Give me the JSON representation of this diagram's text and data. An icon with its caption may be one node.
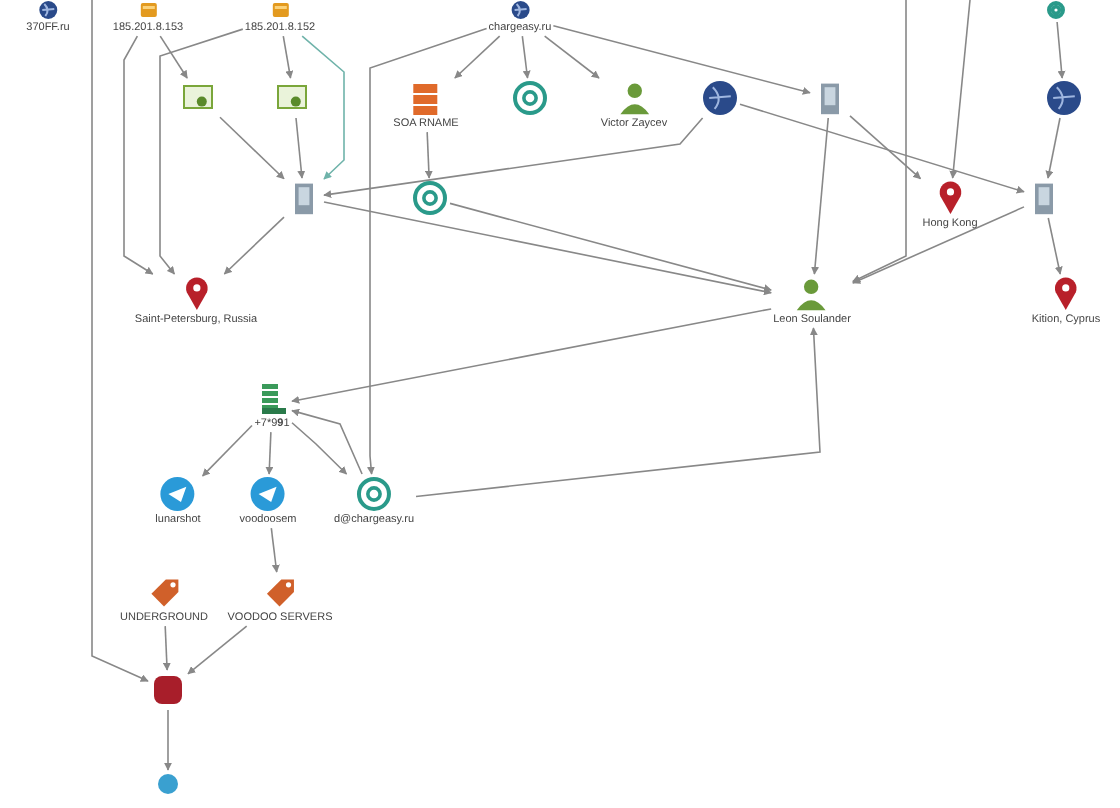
{
  "diagram": {
    "nodes": [
      {
        "text": [
          "370FF.ru"
        ]
      },
      {
        "text": [
          "185.201.8.153"
        ]
      },
      {
        "text": [
          "185.201.8.152"
        ]
      },
      {
        "text": [
          "chargeasy.ru"
        ]
      },
      {
        "text": [],
        "shape": "picture"
      },
      {
        "text": [],
        "shape": "picture"
      },
      {
        "text": [],
        "shape": "picture"
      },
      {
        "text": [
          "SOA RNAME"
        ]
      },
      {
        "text": [],
        "shape": "picture"
      },
      {
        "text": [
          "Victor Zaycev"
        ]
      },
      {
        "text": [],
        "shape": "picture"
      },
      {
        "text": [],
        "shape": "picture"
      },
      {
        "text": [],
        "shape": "picture"
      },
      {
        "text": [],
        "shape": "picture"
      },
      {
        "text": [],
        "shape": "picture"
      },
      {
        "text": [
          "Hong Kong"
        ]
      },
      {
        "text": [],
        "shape": "picture"
      },
      {
        "text": [
          "Saint-Petersburg, Russia"
        ]
      },
      {
        "text": [
          "Leon Soulander"
        ]
      },
      {
        "text": [
          "Kition, Cyprus"
        ]
      },
      {
        "text": [
          "+7*9**9**1"
        ]
      },
      {
        "text": [
          "lunarshot"
        ]
      },
      {
        "text": [
          "voodoosem"
        ]
      },
      {
        "text": [
          "d@chargeasy.ru"
        ]
      },
      {
        "text": [
          "UNDERGROUND"
        ]
      },
      {
        "text": [
          "VOODOO SERVERS"
        ]
      },
      {
        "text": [],
        "shape": "box"
      },
      {
        "text": [],
        "shape": "circle"
      }
    ],
    "edges": [
      {
        "from": 1,
        "to": 17,
        "arrow": "to"
      },
      {
        "from": 2,
        "to": 17,
        "arrow": "to"
      },
      {
        "from": 1,
        "to": 5,
        "arrow": "to"
      },
      {
        "from": 2,
        "to": 6,
        "arrow": "to"
      },
      {
        "from": 2,
        "to": 13,
        "arrow": "to",
        "color": "#6fb3aa"
      },
      {
        "from": 5,
        "to": 13,
        "arrow": "to"
      },
      {
        "from": 6,
        "to": 13,
        "arrow": "to"
      },
      {
        "from": 13,
        "to": 17,
        "arrow": "to"
      },
      {
        "from": 3,
        "to": 7,
        "arrow": "to"
      },
      {
        "from": 3,
        "to": 8,
        "arrow": "to"
      },
      {
        "from": 3,
        "to": 9,
        "arrow": "to"
      },
      {
        "from": 3,
        "to": 11,
        "arrow": "to"
      },
      {
        "from": 3,
        "to": 23,
        "arrow": "to"
      },
      {
        "from": 7,
        "to": 14,
        "arrow": "to"
      },
      {
        "from": 10,
        "to": 13,
        "arrow": "to"
      },
      {
        "from": 10,
        "to": 16,
        "arrow": "to"
      },
      {
        "from": 13,
        "to": 18,
        "arrow": "to"
      },
      {
        "from": 14,
        "to": 18,
        "arrow": "to"
      },
      {
        "from": 11,
        "to": 18,
        "arrow": "to"
      },
      {
        "from": 11,
        "to": 15,
        "arrow": "to"
      },
      {
        "from": 16,
        "to": 18,
        "arrow": "to"
      },
      {
        "from": 4,
        "to": 12,
        "arrow": "to"
      },
      {
        "from": 12,
        "to": 16,
        "arrow": "to"
      },
      {
        "from": 16,
        "to": 19,
        "arrow": "to"
      },
      {
        "from": null,
        "to": 18,
        "arrow": "to"
      },
      {
        "from": null,
        "to": 15,
        "arrow": "to"
      },
      {
        "from": null,
        "to": 26,
        "arrow": "to"
      },
      {
        "from": 18,
        "to": 20,
        "arrow": "to"
      },
      {
        "from": 20,
        "to": 21,
        "arrow": "to"
      },
      {
        "from": 20,
        "to": 22,
        "arrow": "to"
      },
      {
        "from": 20,
        "to": 23,
        "arrow": "to"
      },
      {
        "from": 23,
        "to": 20,
        "arrow": "to"
      },
      {
        "from": 23,
        "to": 18,
        "arrow": "to"
      },
      {
        "from": 22,
        "to": 25,
        "arrow": "to"
      },
      {
        "from": 24,
        "to": 26,
        "arrow": "to"
      },
      {
        "from": 25,
        "to": 26,
        "arrow": "to"
      },
      {
        "from": 26,
        "to": 27,
        "arrow": "to"
      }
    ]
  }
}
